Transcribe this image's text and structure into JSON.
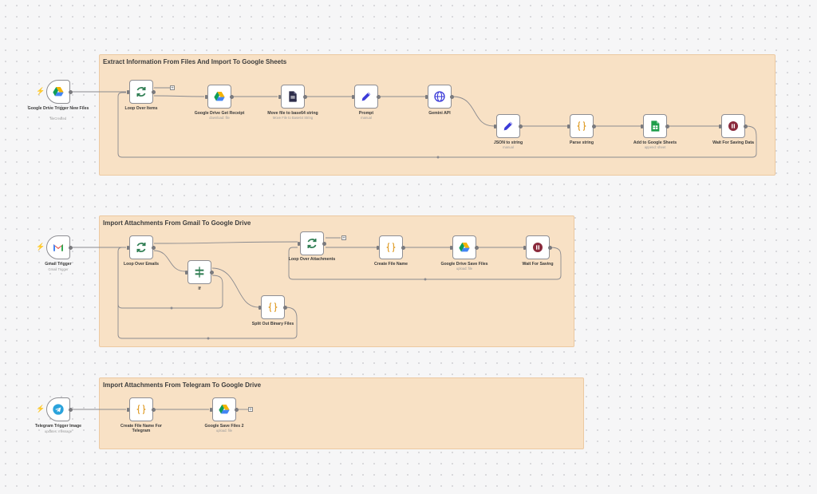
{
  "groups": [
    {
      "id": "g1",
      "title": "Extract Information From Files And Import To Google Sheets"
    },
    {
      "id": "g2",
      "title": "Import Attachments From Gmail To Google Drive"
    },
    {
      "id": "g3",
      "title": "Import Attachments From Telegram To Google Drive"
    }
  ],
  "nodes": {
    "drive_trigger": {
      "label": "Google Drive Trigger New Files",
      "sub": "fileCreated",
      "icon": "google-drive-icon"
    },
    "loop_items": {
      "label": "Loop Over Items",
      "sub": "",
      "icon": "loop-icon"
    },
    "drive_get": {
      "label": "Google Drive Get Receipt",
      "sub": "download: file",
      "icon": "google-drive-icon"
    },
    "move_b64": {
      "label": "Move file to base64 string",
      "sub": "Move File to Base64 String",
      "icon": "file-convert-icon"
    },
    "prompt": {
      "label": "Prompt",
      "sub": "manual",
      "icon": "pen-icon"
    },
    "gemini": {
      "label": "Gemini API",
      "sub": "",
      "icon": "globe-icon"
    },
    "json_string": {
      "label": "JSON to string",
      "sub": "manual",
      "icon": "pen-icon"
    },
    "parse_string": {
      "label": "Parse string",
      "sub": "",
      "icon": "code-braces-icon"
    },
    "sheets": {
      "label": "Add to Google Sheets",
      "sub": "append: sheet",
      "icon": "google-sheets-icon"
    },
    "wait_saving": {
      "label": "Wait For Saving Data",
      "sub": "",
      "icon": "pause-icon"
    },
    "gmail_trigger": {
      "label": "Gmail Trigger",
      "sub": "Gmail Trigger",
      "icon": "gmail-icon"
    },
    "loop_emails": {
      "label": "Loop Over Emails",
      "sub": "",
      "icon": "loop-icon"
    },
    "if_node": {
      "label": "If",
      "sub": "",
      "icon": "if-split-icon"
    },
    "split_binary": {
      "label": "Split Out Binary Files",
      "sub": "",
      "icon": "code-braces-icon"
    },
    "loop_attach": {
      "label": "Loop Over Attachments",
      "sub": "",
      "icon": "loop-icon"
    },
    "file_name": {
      "label": "Create File Name",
      "sub": "",
      "icon": "code-braces-icon"
    },
    "drive_save": {
      "label": "Google Drive Save Files",
      "sub": "upload: file",
      "icon": "google-drive-icon"
    },
    "wait_saving2": {
      "label": "Wait For Saving",
      "sub": "",
      "icon": "pause-icon"
    },
    "tg_trigger": {
      "label": "Telegram Trigger Image",
      "sub": "updates: message",
      "icon": "telegram-icon"
    },
    "tg_name": {
      "label": "Create File Name For Telegram",
      "sub": "",
      "icon": "code-braces-icon"
    },
    "drive_save2": {
      "label": "Google Save Files 2",
      "sub": "upload: file",
      "icon": "google-drive-icon"
    }
  },
  "colors": {
    "group_bg": "#f8e1c5",
    "wire": "#8a8a8f",
    "loop": "#2e7d52",
    "pen": "#3b3bd8",
    "braces": "#e0a030",
    "pause": "#8a2a3c",
    "sheets": "#1f9e4a",
    "trigger_bolt": "#e8594b"
  }
}
